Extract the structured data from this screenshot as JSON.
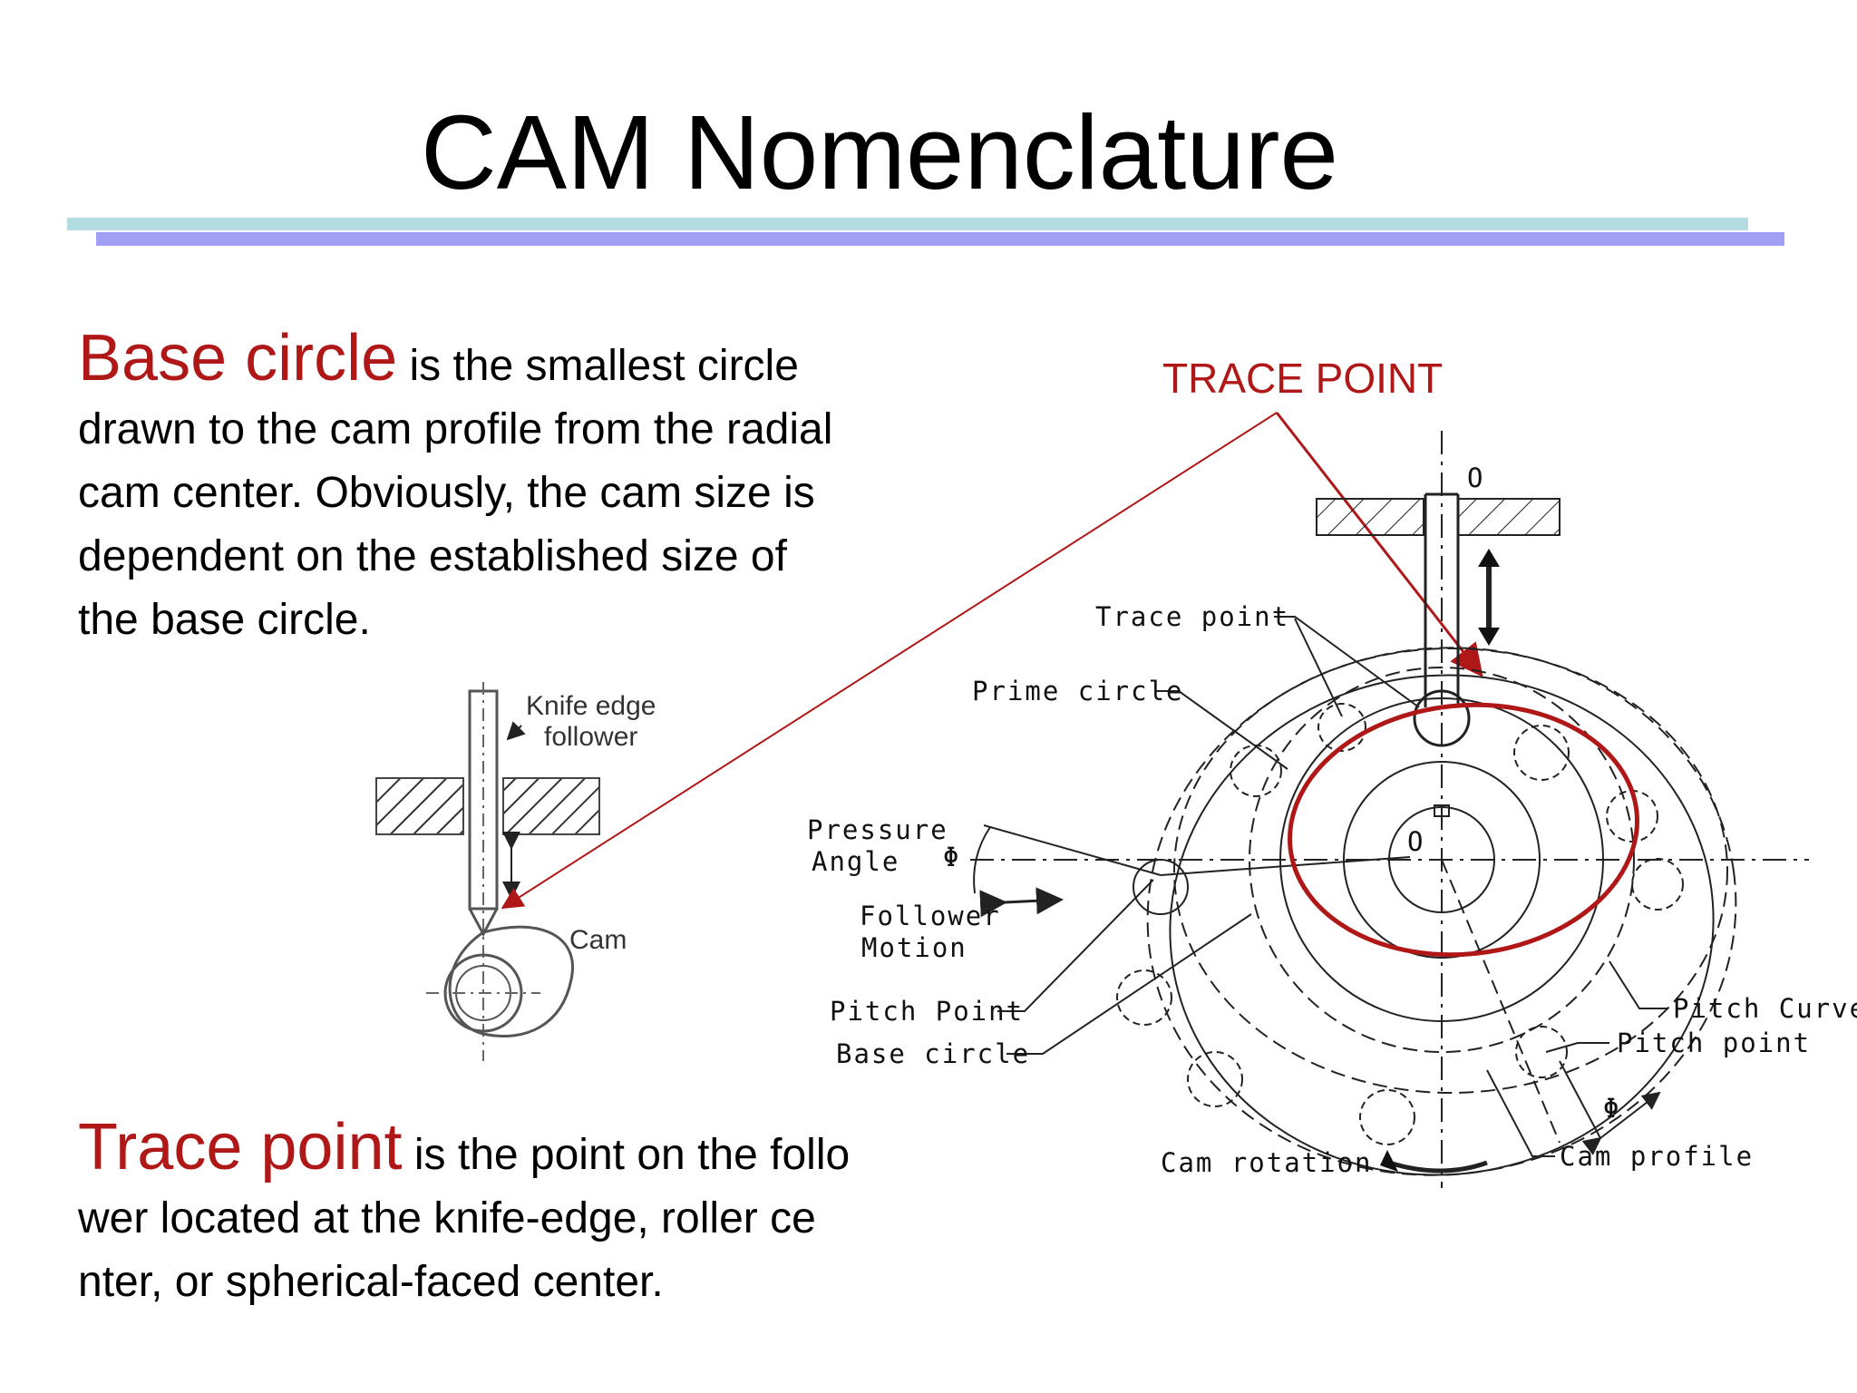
{
  "title": "CAM Nomenclature",
  "paragraph1": {
    "term": "Base circle",
    "lines": [
      " is the smallest circle",
      "drawn to the cam profile from the radial",
      "cam center. Obviously, the cam size is",
      "dependent on the established size of",
      "the base circle."
    ]
  },
  "paragraph2": {
    "term": "Trace point",
    "lines": [
      " is the point on the follo",
      "wer located at the knife-edge, roller ce",
      "nter, or spherical-faced center."
    ]
  },
  "trace_point_label": "TRACE POINT",
  "small_diagram": {
    "knife_label_1": "Knife edge",
    "knife_label_2": "follower",
    "cam_label": "Cam"
  },
  "main_diagram": {
    "o_top": "O",
    "o_center": "O",
    "trace_point": "Trace point",
    "prime_circle": "Prime circle",
    "pressure": "Pressure",
    "angle": "Angle",
    "phi_left": "Φ",
    "follower": "Follower",
    "motion": "Motion",
    "pitch_point_left": "Pitch Point",
    "base_circle": "Base circle",
    "pitch_curve": "Pitch Curve",
    "pitch_point_right": "Pitch point",
    "phi_right": "Φ",
    "cam_profile": "Cam profile",
    "cam_rotation": "Cam rotation"
  },
  "colors": {
    "accent_red": "#b01818",
    "bar_top": "#b3dde0",
    "bar_bottom": "#9f9ff3"
  }
}
